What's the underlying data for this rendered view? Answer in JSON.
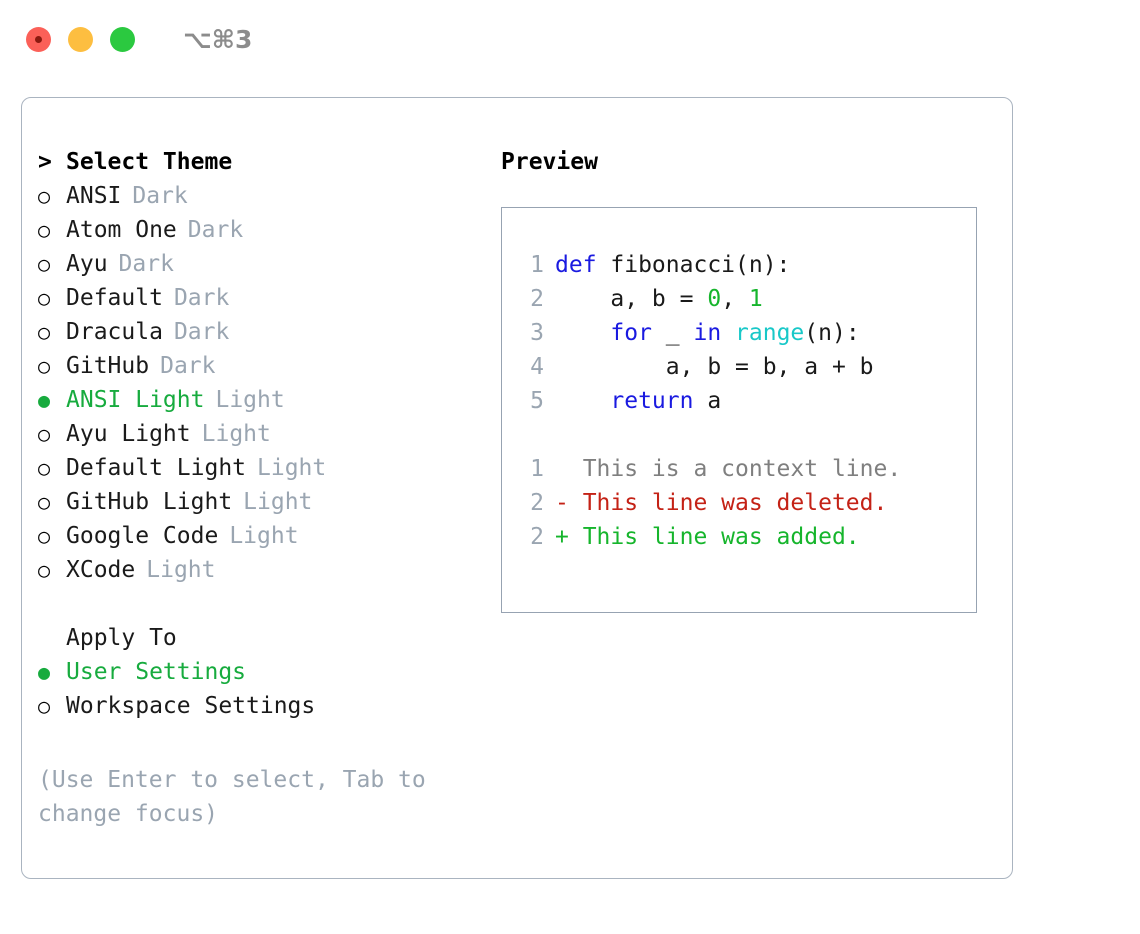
{
  "titlebar": {
    "shortcut": "⌥⌘3",
    "buttons": [
      {
        "name": "close",
        "color": "#fb6058"
      },
      {
        "name": "minimize",
        "color": "#fdbe40"
      },
      {
        "name": "maximize",
        "color": "#2bc940"
      }
    ]
  },
  "theme_picker": {
    "prompt_marker": ">",
    "title": "Select Theme",
    "marker_selected": "●",
    "marker_unselected": "○",
    "items": [
      {
        "label": "ANSI",
        "suffix": "Dark",
        "selected": false
      },
      {
        "label": "Atom One",
        "suffix": "Dark",
        "selected": false
      },
      {
        "label": "Ayu",
        "suffix": "Dark",
        "selected": false
      },
      {
        "label": "Default",
        "suffix": "Dark",
        "selected": false
      },
      {
        "label": "Dracula",
        "suffix": "Dark",
        "selected": false
      },
      {
        "label": "GitHub",
        "suffix": "Dark",
        "selected": false
      },
      {
        "label": "ANSI Light",
        "suffix": "Light",
        "selected": true
      },
      {
        "label": "Ayu Light",
        "suffix": "Light",
        "selected": false
      },
      {
        "label": "Default Light",
        "suffix": "Light",
        "selected": false
      },
      {
        "label": "GitHub Light",
        "suffix": "Light",
        "selected": false
      },
      {
        "label": "Google Code",
        "suffix": "Light",
        "selected": false
      },
      {
        "label": "XCode",
        "suffix": "Light",
        "selected": false
      }
    ]
  },
  "apply_to": {
    "title": "Apply To",
    "options": [
      {
        "label": "User Settings",
        "selected": true
      },
      {
        "label": "Workspace Settings",
        "selected": false
      }
    ]
  },
  "hint": "(Use Enter to select, Tab to change focus)",
  "preview": {
    "title": "Preview",
    "code_lines": [
      {
        "num": "1",
        "tokens": [
          {
            "t": "def",
            "c": "kw"
          },
          {
            "t": " fibonacci(n):",
            "c": "pl"
          }
        ]
      },
      {
        "num": "2",
        "tokens": [
          {
            "t": "    a, b = ",
            "c": "pl"
          },
          {
            "t": "0",
            "c": "num"
          },
          {
            "t": ", ",
            "c": "pl"
          },
          {
            "t": "1",
            "c": "num"
          }
        ]
      },
      {
        "num": "3",
        "tokens": [
          {
            "t": "    ",
            "c": "pl"
          },
          {
            "t": "for",
            "c": "kw"
          },
          {
            "t": " _ ",
            "c": "pl"
          },
          {
            "t": "in",
            "c": "kw"
          },
          {
            "t": " ",
            "c": "pl"
          },
          {
            "t": "range",
            "c": "fn"
          },
          {
            "t": "(n):",
            "c": "pl"
          }
        ]
      },
      {
        "num": "4",
        "tokens": [
          {
            "t": "        a, b = b, a + b",
            "c": "pl"
          }
        ]
      },
      {
        "num": "5",
        "tokens": [
          {
            "t": "    ",
            "c": "pl"
          },
          {
            "t": "return",
            "c": "kw"
          },
          {
            "t": " a",
            "c": "pl"
          }
        ]
      }
    ],
    "diff_lines": [
      {
        "num": "1",
        "sign": " ",
        "text": " This is a context line.",
        "kind": "ctx"
      },
      {
        "num": "2",
        "sign": "-",
        "text": " This line was deleted.",
        "kind": "del"
      },
      {
        "num": "2",
        "sign": "+",
        "text": " This line was added.",
        "kind": "add"
      }
    ]
  },
  "colors": {
    "accent_green": "#17ab3e",
    "keyword_blue": "#1a1ae0",
    "builtin_cyan": "#18c8c8",
    "number_green": "#16b52c",
    "diff_red": "#c42216",
    "diff_green": "#16b52c",
    "muted": "#9aa5b1",
    "border": "#aab4c0"
  }
}
